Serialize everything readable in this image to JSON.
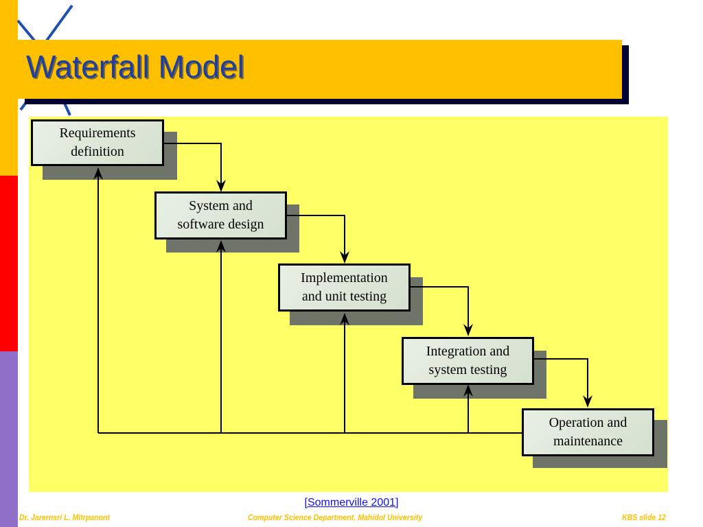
{
  "slide": {
    "title": "Waterfall Model",
    "citation": "[Sommerville 2001]"
  },
  "diagram": {
    "nodes": [
      {
        "line1": "Requirements",
        "line2": "definition"
      },
      {
        "line1": "System and",
        "line2": "software design"
      },
      {
        "line1": "Implementation",
        "line2": "and unit testing"
      },
      {
        "line1": "Integration and",
        "line2": "system testing"
      },
      {
        "line1": "Operation and",
        "line2": "maintenance"
      }
    ]
  },
  "footer": {
    "author": "Dr. Jarernsri L. Mitrpanont",
    "department": "Computer Science Department, Mahidol University",
    "slide_label": "KBS  slide  12"
  },
  "colors": {
    "accent_orange": "#ffc000",
    "title_blue": "#1f3fa0",
    "panel_yellow": "#ffff66",
    "citation_blue": "#1010ff"
  }
}
